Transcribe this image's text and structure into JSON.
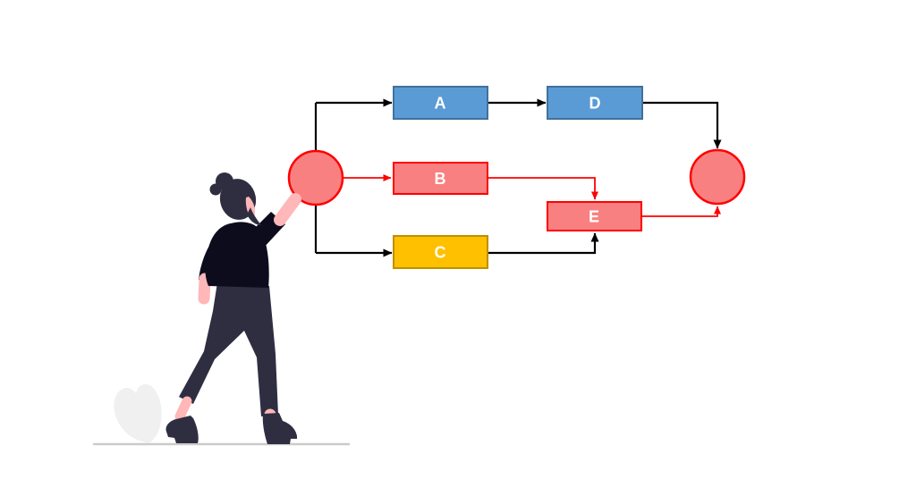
{
  "diagram": {
    "nodes": [
      {
        "id": "start",
        "type": "circle",
        "label": "",
        "fill": "#F98080",
        "stroke": "#FF0000"
      },
      {
        "id": "A",
        "type": "box",
        "label": "A",
        "fill": "#5B9BD5",
        "stroke": "#41719C",
        "text_color": "#FFFFFF"
      },
      {
        "id": "B",
        "type": "box",
        "label": "B",
        "fill": "#F98080",
        "stroke": "#FF0000",
        "text_color": "#FFFFFF"
      },
      {
        "id": "C",
        "type": "box",
        "label": "C",
        "fill": "#FFC000",
        "stroke": "#BF9000",
        "text_color": "#FFFFFF"
      },
      {
        "id": "D",
        "type": "box",
        "label": "D",
        "fill": "#5B9BD5",
        "stroke": "#41719C",
        "text_color": "#FFFFFF"
      },
      {
        "id": "E",
        "type": "box",
        "label": "E",
        "fill": "#F98080",
        "stroke": "#FF0000",
        "text_color": "#FFFFFF"
      },
      {
        "id": "end",
        "type": "circle",
        "label": "",
        "fill": "#F98080",
        "stroke": "#FF0000"
      }
    ],
    "edges": [
      {
        "from": "start",
        "to": "A",
        "color": "#000000"
      },
      {
        "from": "A",
        "to": "D",
        "color": "#000000"
      },
      {
        "from": "D",
        "to": "end",
        "color": "#000000"
      },
      {
        "from": "start",
        "to": "B",
        "color": "#FF0000"
      },
      {
        "from": "B",
        "to": "E",
        "color": "#FF0000"
      },
      {
        "from": "E",
        "to": "end",
        "color": "#FF0000"
      },
      {
        "from": "start",
        "to": "C",
        "color": "#000000"
      },
      {
        "from": "C",
        "to": "E",
        "color": "#000000"
      }
    ],
    "edge_colors": {
      "default": "#000000",
      "highlight": "#FF0000"
    }
  },
  "illustration": {
    "person": {
      "skin_color": "#FFB7B7",
      "hair_color": "#2F2E41",
      "top_color": "#0D0C1D",
      "pants_color": "#2F2E41",
      "shoe_color": "#2F2E41"
    },
    "leaf_color": "#F0F0F0",
    "ground_color": "#CBCBCB"
  }
}
